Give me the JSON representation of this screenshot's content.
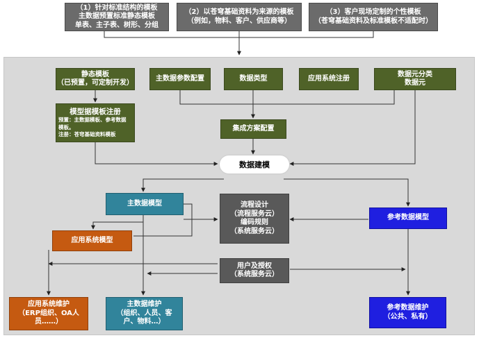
{
  "top_boxes": [
    {
      "lines": [
        "（1）针对标准结构的模板",
        "主数据预置标准静态模板",
        "单表、主子表、树形、分组"
      ]
    },
    {
      "lines": [
        "（2）以苍穹基础资料为来源的模板",
        "（例如，物料、客户、供应商等）"
      ]
    },
    {
      "lines": [
        "（3）客户现场定制的个性模板",
        "（苍穹基础资料及标准模板不适配时）"
      ]
    }
  ],
  "static_template": {
    "lines": [
      "静态模板",
      "（已预置，可定制开发）"
    ]
  },
  "model_template_register": {
    "title": "模型据模板注册",
    "lines": [
      "预置：主数据模板、参考数据",
      "模板。",
      "注册：苍穹基础资料模板"
    ]
  },
  "master_data_config": "主数据参数配置",
  "data_type": "数据类型",
  "app_system_register": "应用系统注册",
  "data_element": {
    "lines": [
      "数据元分类",
      "数据元"
    ]
  },
  "integration_config": "集成方案配置",
  "data_modeling": "数据建模",
  "master_data_model": "主数据模型",
  "process_design": {
    "lines": [
      "流程设计",
      "（流程服务云）",
      "编码规则",
      "（系统服务云）"
    ]
  },
  "reference_data_model": "参考数据模型",
  "app_system_model": "应用系统模型",
  "user_auth": {
    "lines": [
      "用户及授权",
      "（系统服务云）"
    ]
  },
  "app_system_maintenance": {
    "lines": [
      "应用系统维护",
      "（ERP组织、OA人",
      "员……）"
    ]
  },
  "master_data_maintenance": {
    "lines": [
      "主数据维护",
      "（组织、人员、客",
      "户、物料…）"
    ]
  },
  "reference_data_maintenance": {
    "lines": [
      "参考数据维护",
      "（公共、私有）"
    ]
  }
}
